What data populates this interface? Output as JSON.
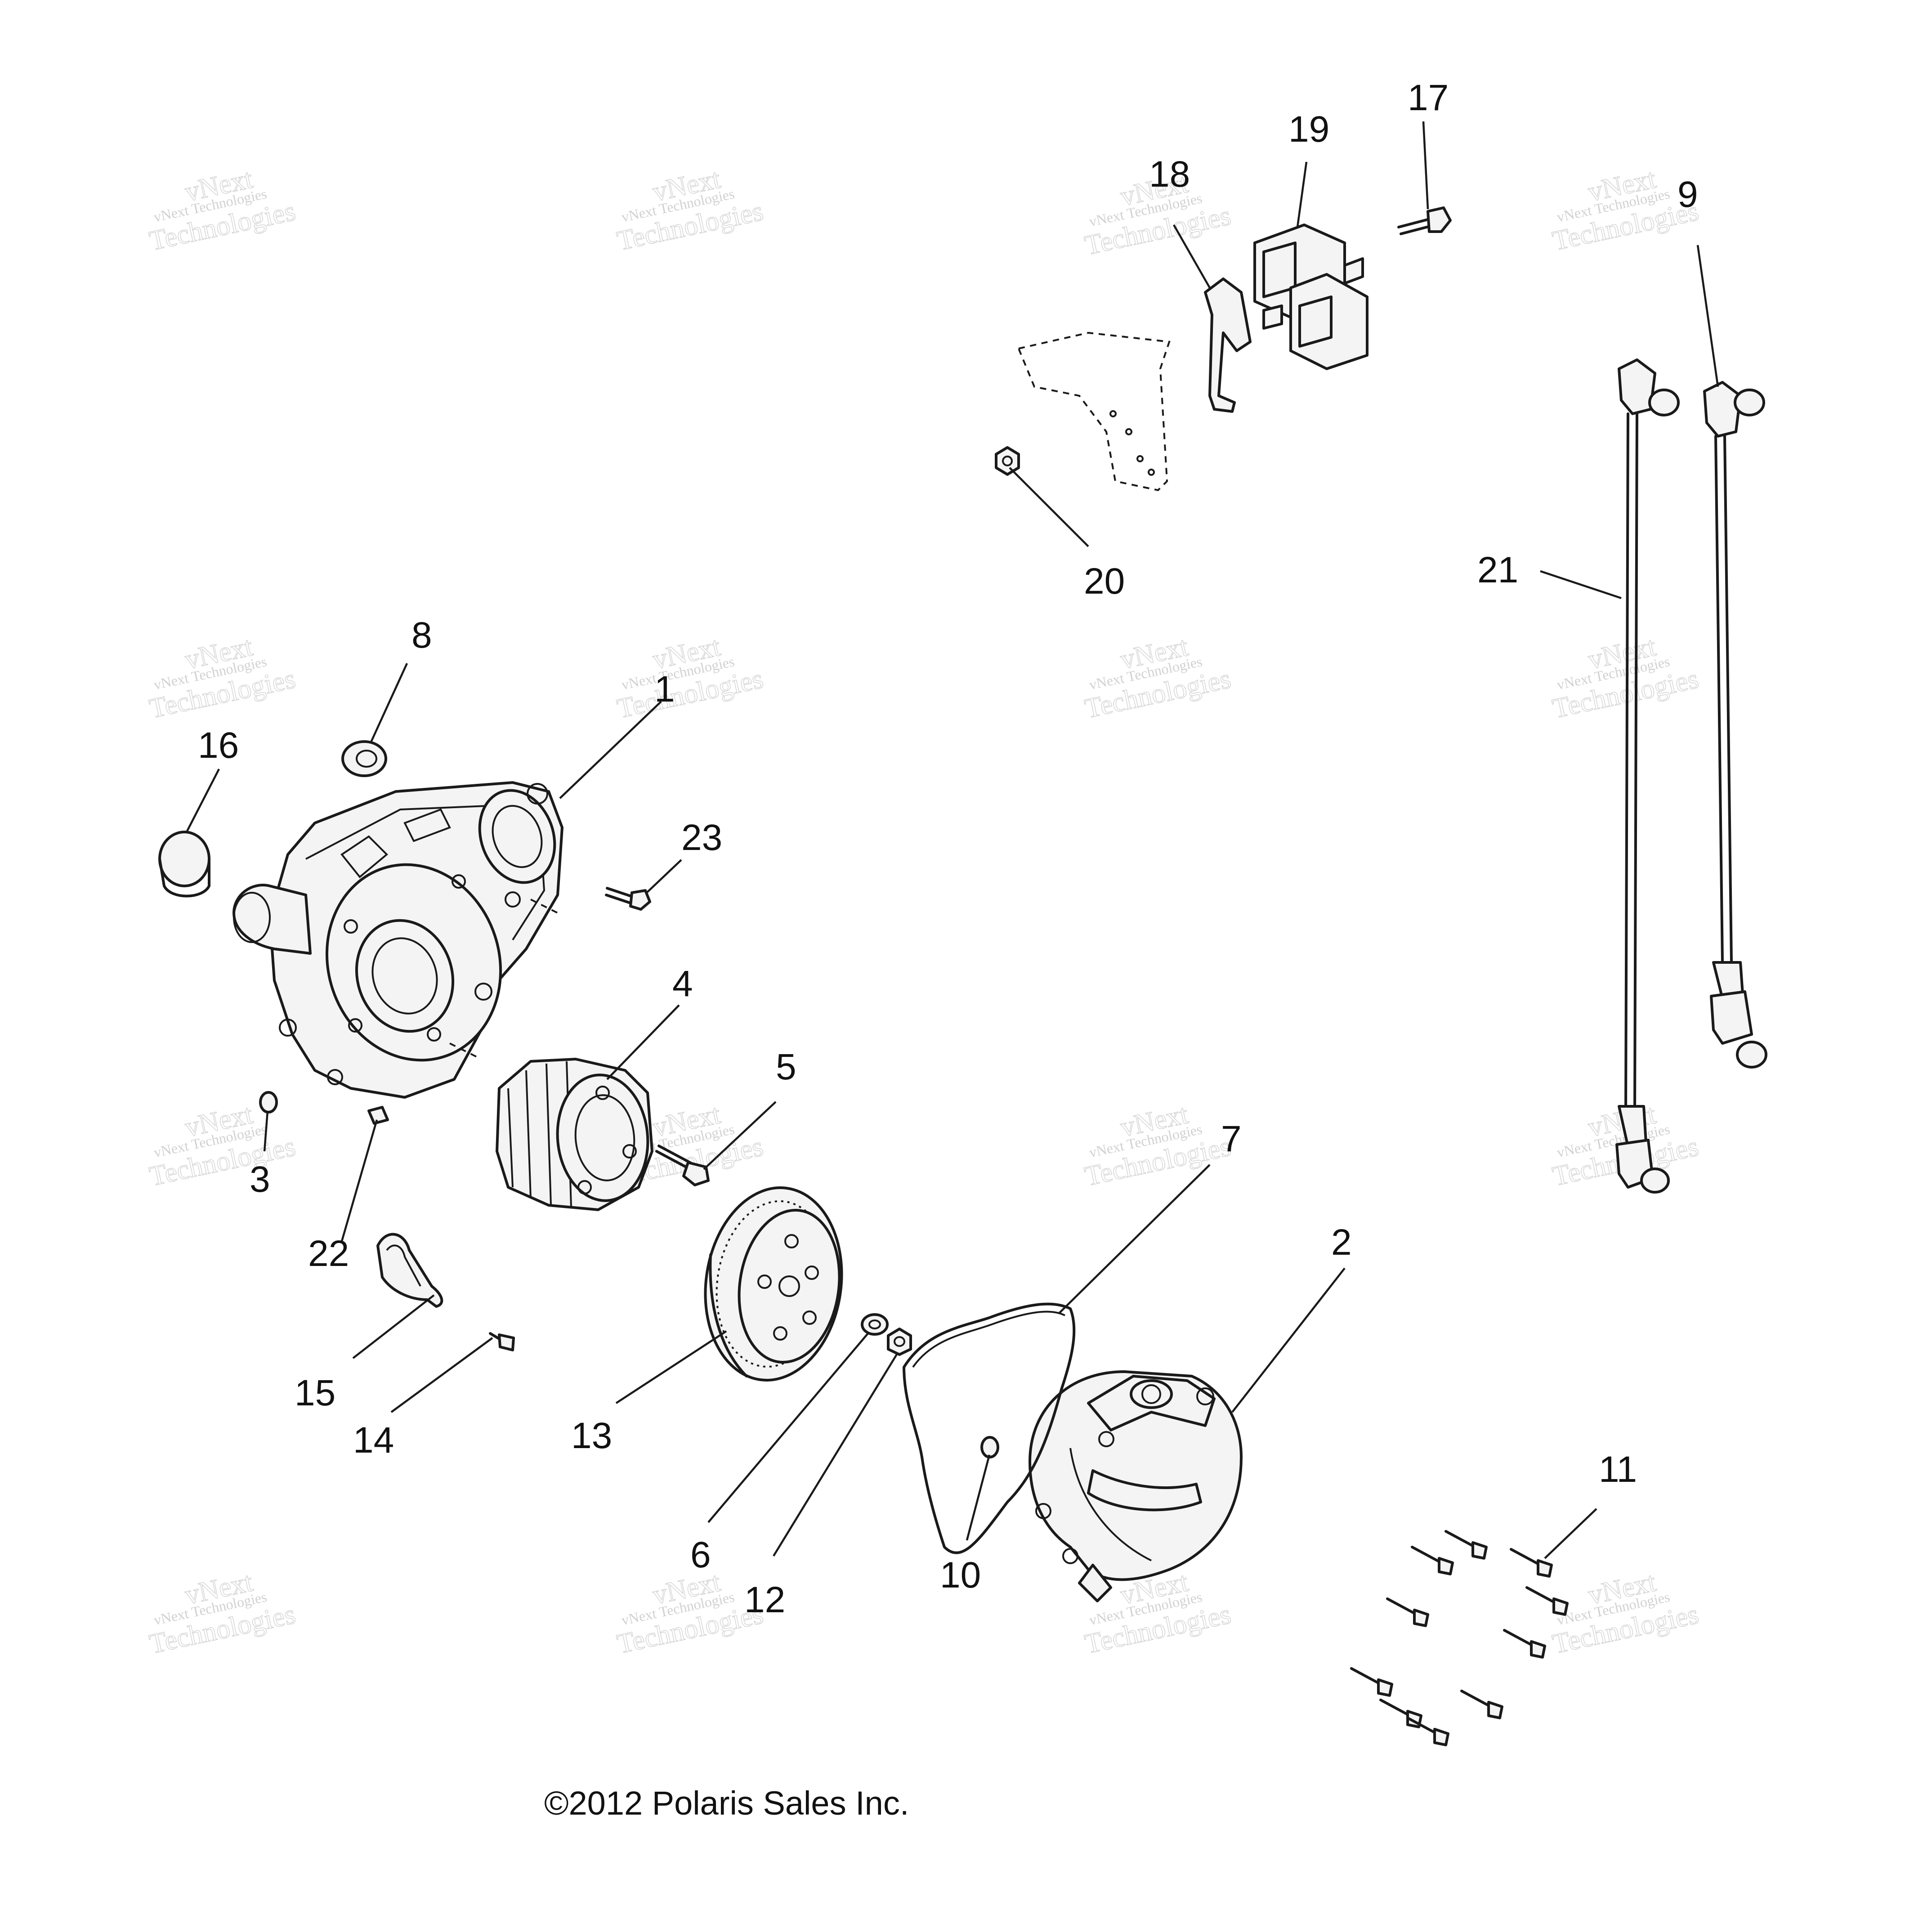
{
  "watermark": {
    "line1": "vNext",
    "line2": "vNext Technologies",
    "line3": "Technologies"
  },
  "copyright": "©2012 Polaris Sales Inc.",
  "callouts": [
    "1",
    "2",
    "3",
    "4",
    "5",
    "6",
    "7",
    "8",
    "9",
    "10",
    "11",
    "12",
    "13",
    "14",
    "15",
    "16",
    "17",
    "18",
    "19",
    "20",
    "21",
    "22",
    "23"
  ]
}
